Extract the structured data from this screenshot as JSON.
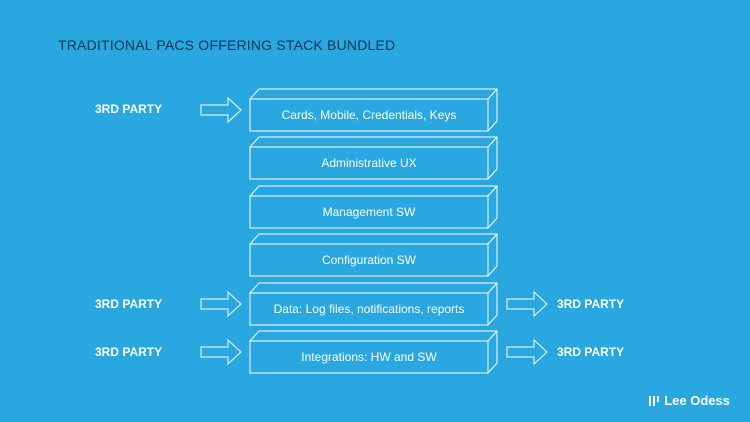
{
  "title": "TRADITIONAL PACS OFFERING STACK BUNDLED",
  "layers": [
    "Cards, Mobile, Credentials, Keys",
    "Administrative UX",
    "Management SW",
    "Configuration SW",
    "Data: Log files, notifications, reports",
    "Integrations: HW and SW"
  ],
  "third_party": {
    "in_cards": "3RD PARTY",
    "in_data": "3RD PARTY",
    "out_data": "3RD PARTY",
    "in_integrations": "3RD PARTY",
    "out_integrations": "3RD PARTY"
  },
  "logo": "Lee Odess",
  "colors": {
    "background": "#28a7e1",
    "title": "#0d3550",
    "lines": "#ffffff"
  }
}
